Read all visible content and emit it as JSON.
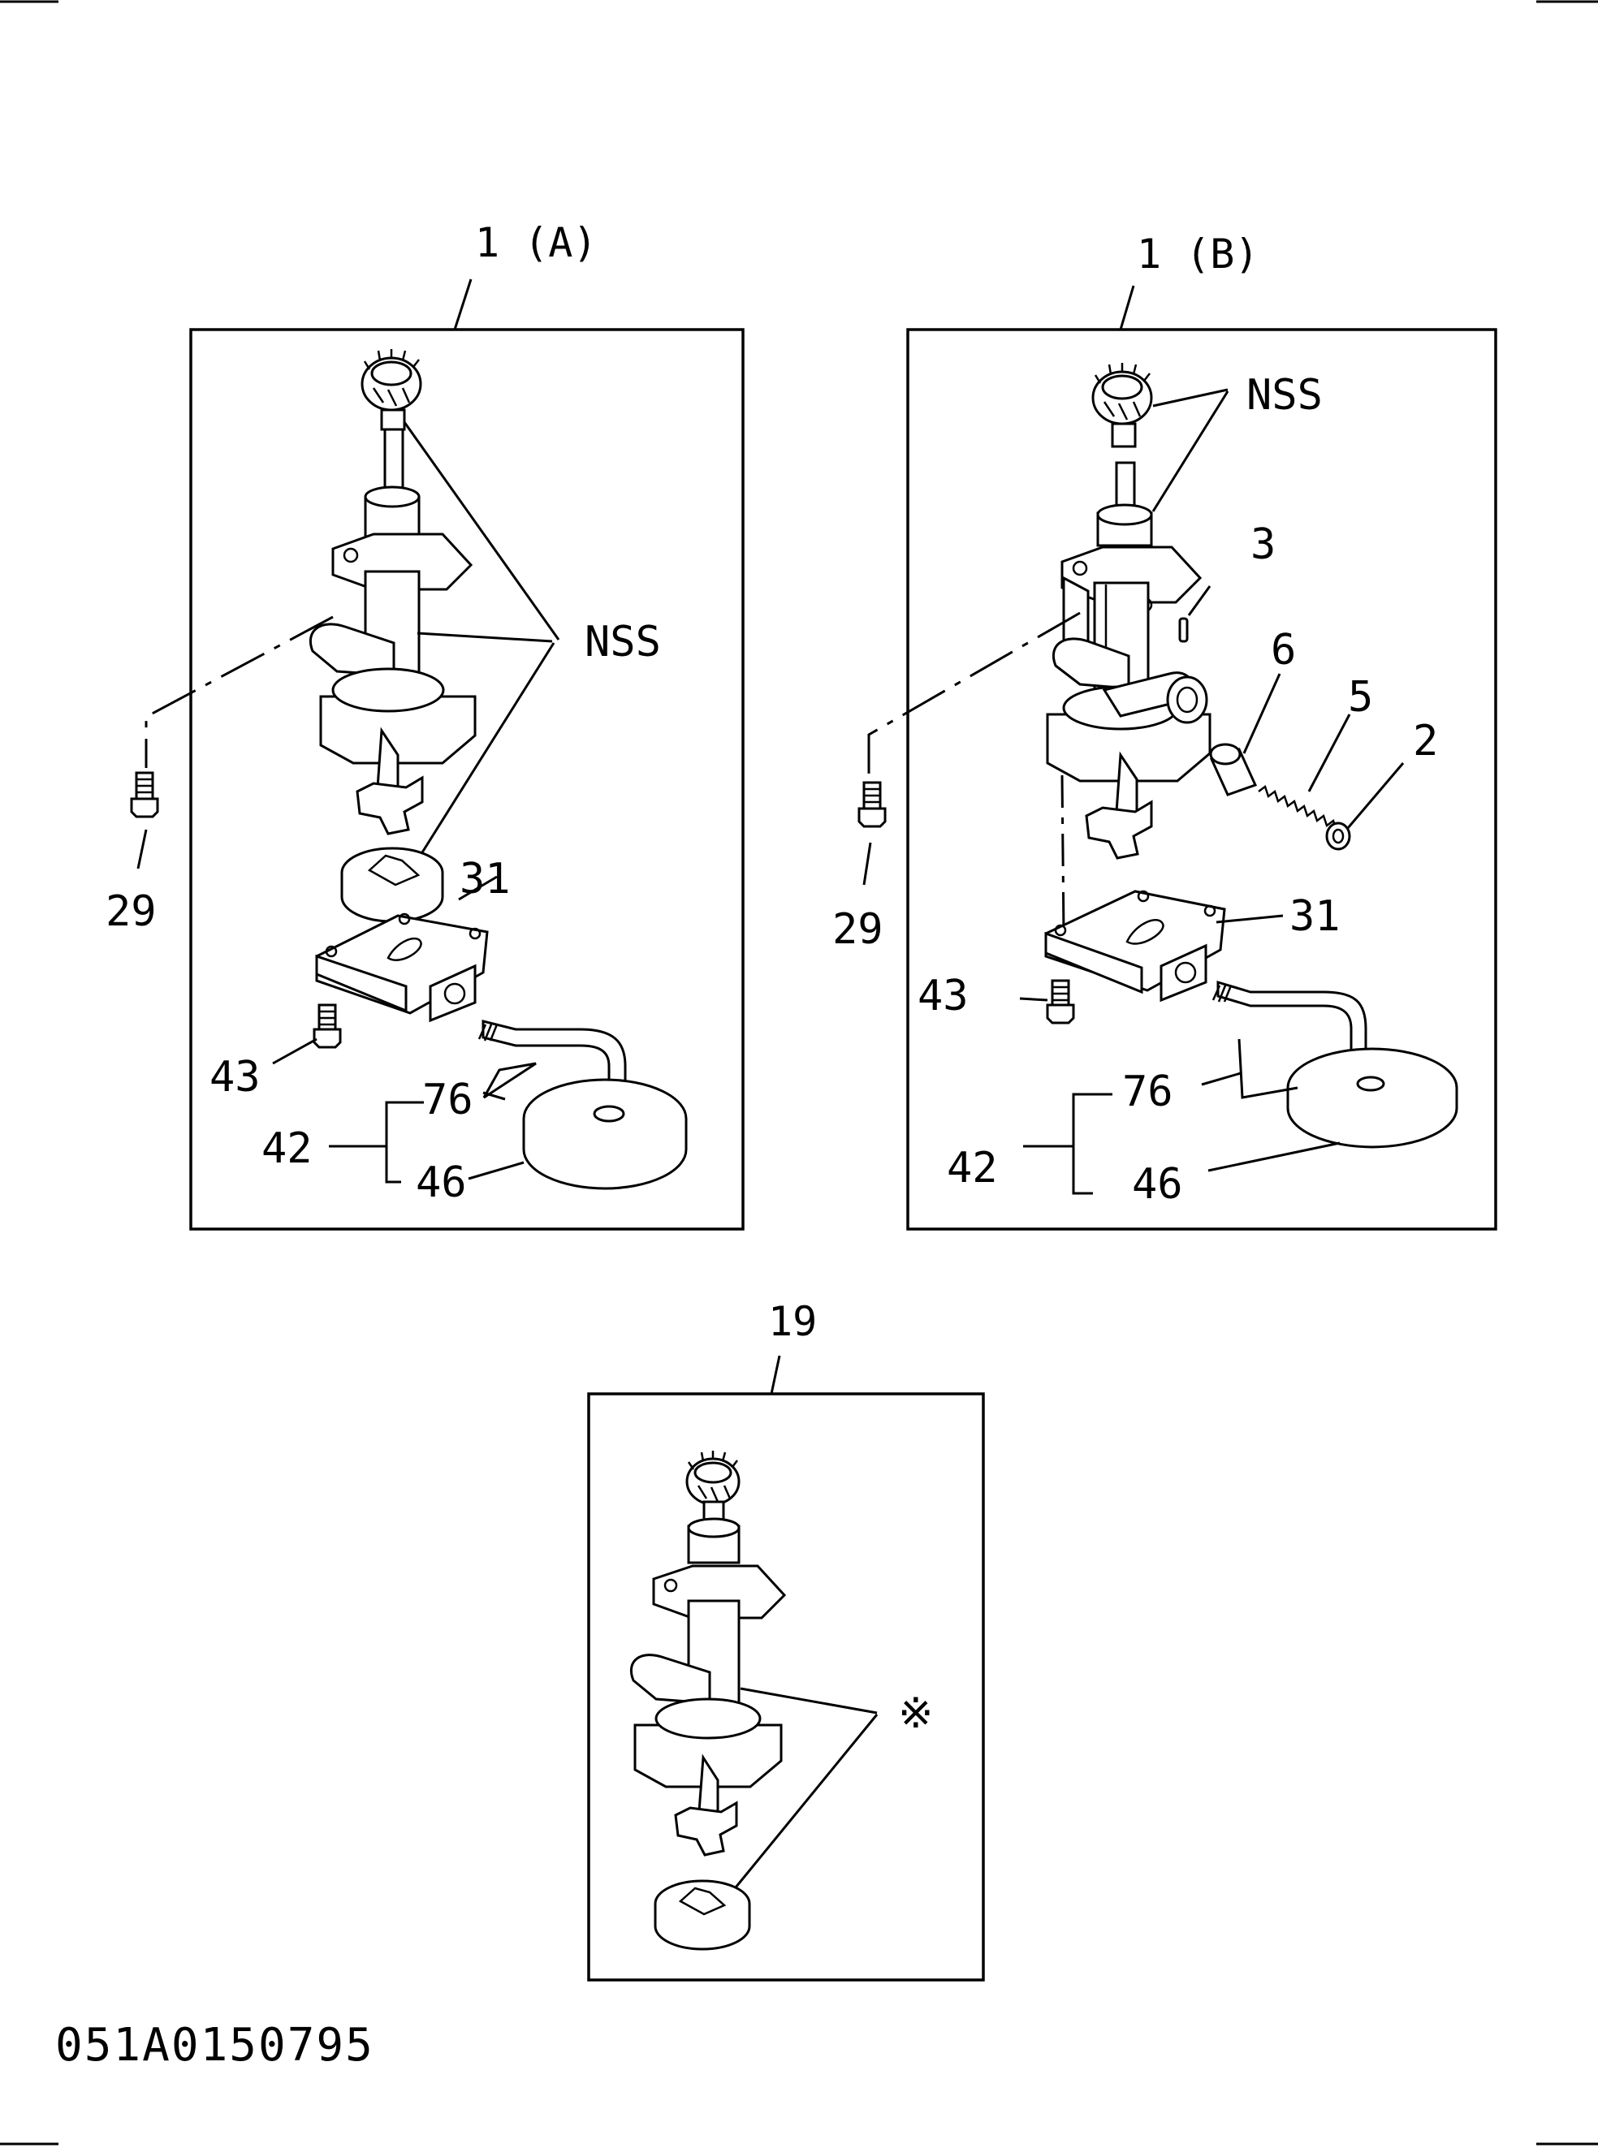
{
  "panels": {
    "a": {
      "title": "1 (A)",
      "labels": {
        "nss": "NSS",
        "bolt": "29",
        "cover": "31",
        "cover_bolt": "43",
        "pipe": "76",
        "strainer_assy": "42",
        "screen": "46"
      }
    },
    "b": {
      "title": "1 (B)",
      "labels": {
        "nss": "NSS",
        "pin": "3",
        "plunger": "6",
        "spring": "5",
        "washer": "2",
        "bolt": "29",
        "cover": "31",
        "cover_bolt": "43",
        "pipe": "76",
        "strainer_assy": "42",
        "screen": "46"
      }
    },
    "c": {
      "title": "19",
      "labels": {
        "asterisk": "※"
      }
    }
  },
  "footer": {
    "code": "051A0150795"
  }
}
